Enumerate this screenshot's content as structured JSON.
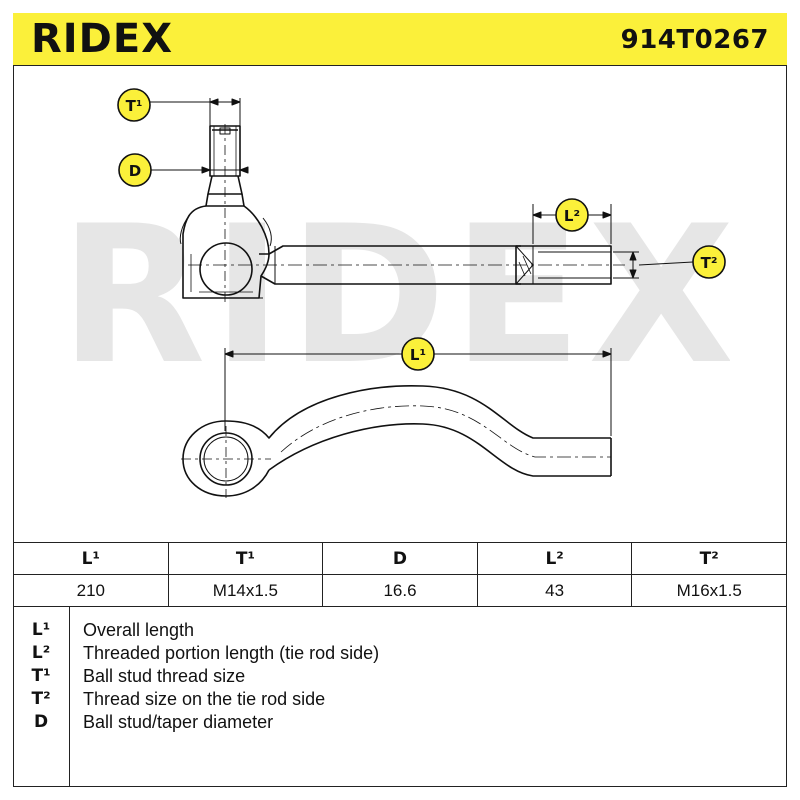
{
  "header": {
    "brand": "RIDEX",
    "part_number": "914T0267"
  },
  "watermark": {
    "text": "RIDEX"
  },
  "callouts": {
    "t1": "T¹",
    "d": "D",
    "l2": "L²",
    "t2": "T²",
    "l1": "L¹"
  },
  "table": {
    "headers": [
      "L¹",
      "T¹",
      "D",
      "L²",
      "T²"
    ],
    "values": [
      "210",
      "M14x1.5",
      "16.6",
      "43",
      "M16x1.5"
    ]
  },
  "legend": [
    {
      "key": "L¹",
      "text": "Overall length"
    },
    {
      "key": "L²",
      "text": "Threaded portion length (tie rod side)"
    },
    {
      "key": "T¹",
      "text": "Ball stud thread size"
    },
    {
      "key": "T²",
      "text": "Thread size on the tie rod side"
    },
    {
      "key": "D",
      "text": "Ball stud/taper diameter"
    }
  ],
  "colors": {
    "header_bg": "#fbf03a",
    "callout_bg": "#fbf03a",
    "watermark": "#e6e6e6",
    "line": "#111111"
  }
}
